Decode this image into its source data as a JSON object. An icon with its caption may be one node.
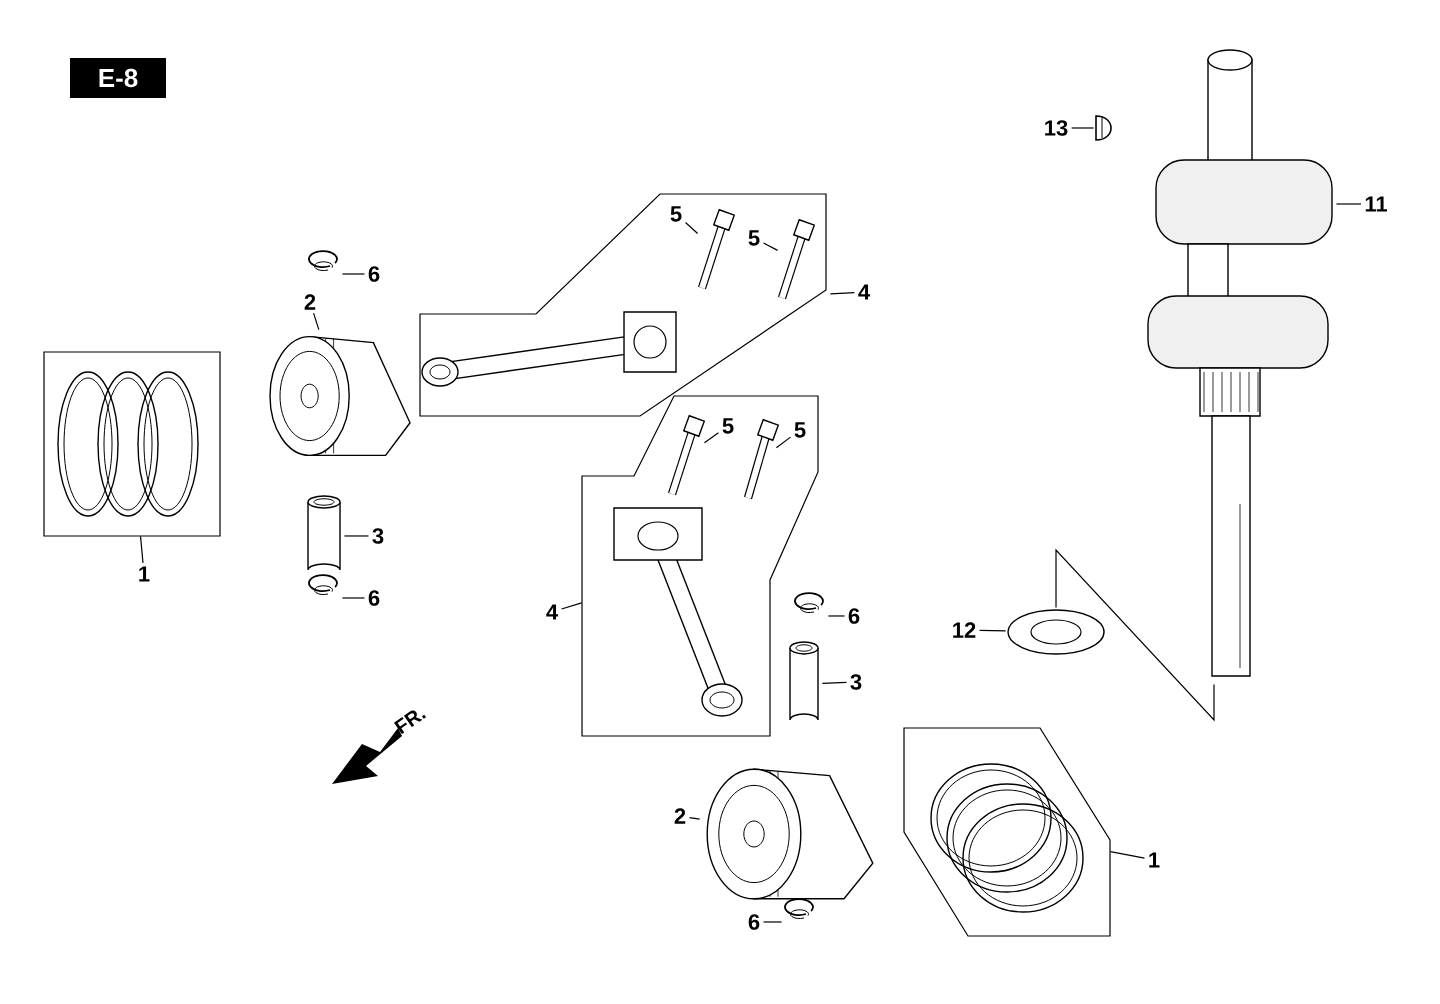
{
  "diagram": {
    "nodes": [
      {
        "text": [
          "6"
        ]
      },
      {
        "text": [],
        "shape": "picture"
      },
      {
        "text": [
          "2"
        ]
      },
      {
        "text": [],
        "shape": "picture"
      },
      {
        "text": [],
        "shape": "box"
      },
      {
        "text": [],
        "shape": "picture",
        "in": 4
      },
      {
        "text": [
          "1"
        ]
      },
      {
        "text": [
          "3"
        ]
      },
      {
        "text": [],
        "shape": "cylinder"
      },
      {
        "text": [
          "6"
        ]
      },
      {
        "text": [],
        "shape": "picture"
      },
      {
        "text": [],
        "shape": "box"
      },
      {
        "text": [],
        "shape": "picture",
        "in": 11
      },
      {
        "text": [],
        "shape": "picture",
        "in": 11
      },
      {
        "text": [],
        "shape": "picture",
        "in": 11
      },
      {
        "text": [
          "5"
        ],
        "in": 11
      },
      {
        "text": [
          "5"
        ],
        "in": 11
      },
      {
        "text": [
          "4"
        ]
      },
      {
        "text": [],
        "shape": "box"
      },
      {
        "text": [],
        "shape": "picture",
        "in": 18
      },
      {
        "text": [],
        "shape": "picture",
        "in": 18
      },
      {
        "text": [],
        "shape": "picture",
        "in": 18
      },
      {
        "text": [
          "5"
        ],
        "in": 18
      },
      {
        "text": [
          "5"
        ],
        "in": 18
      },
      {
        "text": [
          "4"
        ]
      },
      {
        "text": [
          "6"
        ]
      },
      {
        "text": [],
        "shape": "picture"
      },
      {
        "text": [
          "3"
        ]
      },
      {
        "text": [],
        "shape": "cylinder"
      },
      {
        "text": [
          "2"
        ]
      },
      {
        "text": [],
        "shape": "picture"
      },
      {
        "text": [
          "6"
        ]
      },
      {
        "text": [],
        "shape": "picture"
      },
      {
        "text": [],
        "shape": "box"
      },
      {
        "text": [],
        "shape": "picture",
        "in": 33
      },
      {
        "text": [
          "1"
        ]
      },
      {
        "text": [
          "13"
        ]
      },
      {
        "text": [],
        "shape": "picture"
      },
      {
        "text": [],
        "shape": "picture"
      },
      {
        "text": [
          "11"
        ]
      },
      {
        "text": [
          "12"
        ]
      },
      {
        "text": [],
        "shape": "picture"
      }
    ],
    "edges": [
      {
        "from": 0,
        "to": 1,
        "arrow": "none"
      },
      {
        "from": 2,
        "to": 3,
        "arrow": "none"
      },
      {
        "from": 6,
        "to": 4,
        "arrow": "none"
      },
      {
        "from": 7,
        "to": 8,
        "arrow": "none"
      },
      {
        "from": 9,
        "to": 10,
        "arrow": "none"
      },
      {
        "from": 15,
        "to": 13,
        "arrow": "none"
      },
      {
        "from": 16,
        "to": 14,
        "arrow": "none"
      },
      {
        "from": 17,
        "to": 11,
        "arrow": "none"
      },
      {
        "from": 22,
        "to": 20,
        "arrow": "none"
      },
      {
        "from": 23,
        "to": 21,
        "arrow": "none"
      },
      {
        "from": 24,
        "to": 18,
        "arrow": "none"
      },
      {
        "from": 25,
        "to": 26,
        "arrow": "none"
      },
      {
        "from": 27,
        "to": 28,
        "arrow": "none"
      },
      {
        "from": 29,
        "to": 30,
        "arrow": "none"
      },
      {
        "from": 31,
        "to": 32,
        "arrow": "none"
      },
      {
        "from": 35,
        "to": 33,
        "arrow": "none"
      },
      {
        "from": 36,
        "to": 37,
        "arrow": "none"
      },
      {
        "from": 39,
        "to": 38,
        "arrow": "none"
      },
      {
        "from": 40,
        "to": 41,
        "arrow": "none"
      },
      {
        "from": 41,
        "to": 38,
        "arrow": "none"
      }
    ],
    "labels": [
      "E-8",
      "FR."
    ]
  }
}
